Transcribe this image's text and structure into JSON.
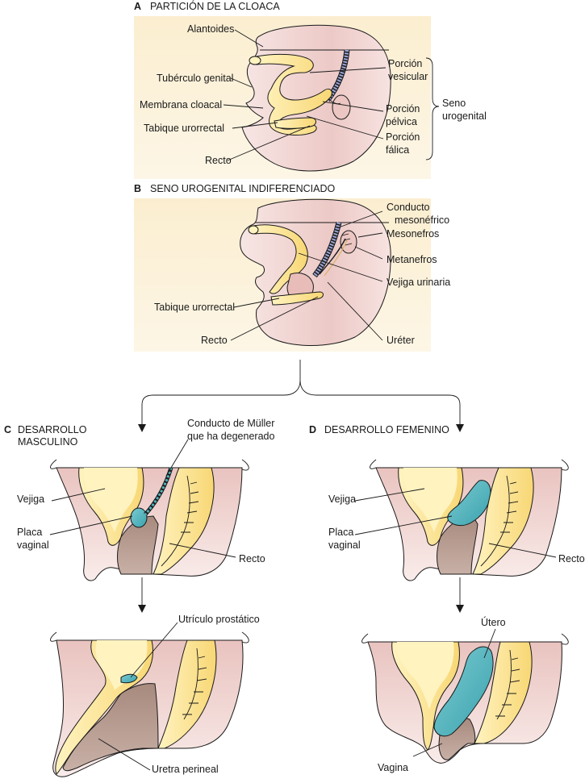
{
  "panel_a": {
    "letter": "A",
    "title": "PARTICIÓN DE LA CLOACA",
    "labels": {
      "alantoides": "Alantoides",
      "tuberculo": "Tubérculo genital",
      "membrana": "Membrana cloacal",
      "tabique": "Tabique urorrectal",
      "recto": "Recto",
      "vesicular_1": "Porción",
      "vesicular_2": "vesicular",
      "pelvica_1": "Porción",
      "pelvica_2": "pélvica",
      "falica_1": "Porción",
      "falica_2": "fálica",
      "seno_1": "Seno",
      "seno_2": "urogenital"
    }
  },
  "panel_b": {
    "letter": "B",
    "title": "SENO UROGENITAL INDIFERENCIADO",
    "labels": {
      "conducto_1": "Conducto",
      "conducto_2": "mesonéfrico",
      "mesonefros": "Mesonefros",
      "metanefros": "Metanefros",
      "vejiga": "Vejiga urinaria",
      "tabique": "Tabique urorrectal",
      "recto": "Recto",
      "ureter": "Uréter"
    }
  },
  "panel_c": {
    "letter": "C",
    "title_1": "DESARROLLO",
    "title_2": "MASCULINO",
    "labels": {
      "muller_1": "Conducto de Müller",
      "muller_2": "que ha degenerado",
      "vejiga": "Vejiga",
      "placa_1": "Placa",
      "placa_2": "vaginal",
      "recto": "Recto",
      "utriculo": "Utrículo prostático",
      "uretra": "Uretra perineal"
    }
  },
  "panel_d": {
    "letter": "D",
    "title": "DESARROLLO FEMENINO",
    "labels": {
      "vejiga": "Vejiga",
      "placa_1": "Placa",
      "placa_2": "vaginal",
      "recto": "Recto",
      "utero": "Útero",
      "vagina": "Vagina"
    }
  },
  "colors": {
    "background_field": "#fbeed0",
    "tissue_pink": "#f3d9d6",
    "tissue_pink_dark": "#e8c4c0",
    "yellow": "#fbe08a",
    "yellow_light": "#fdf0b8",
    "blue_duct": "#9aa6d6",
    "teal": "#4fb3bd",
    "brown": "#b59a8e",
    "outline": "#1a1a1a"
  }
}
